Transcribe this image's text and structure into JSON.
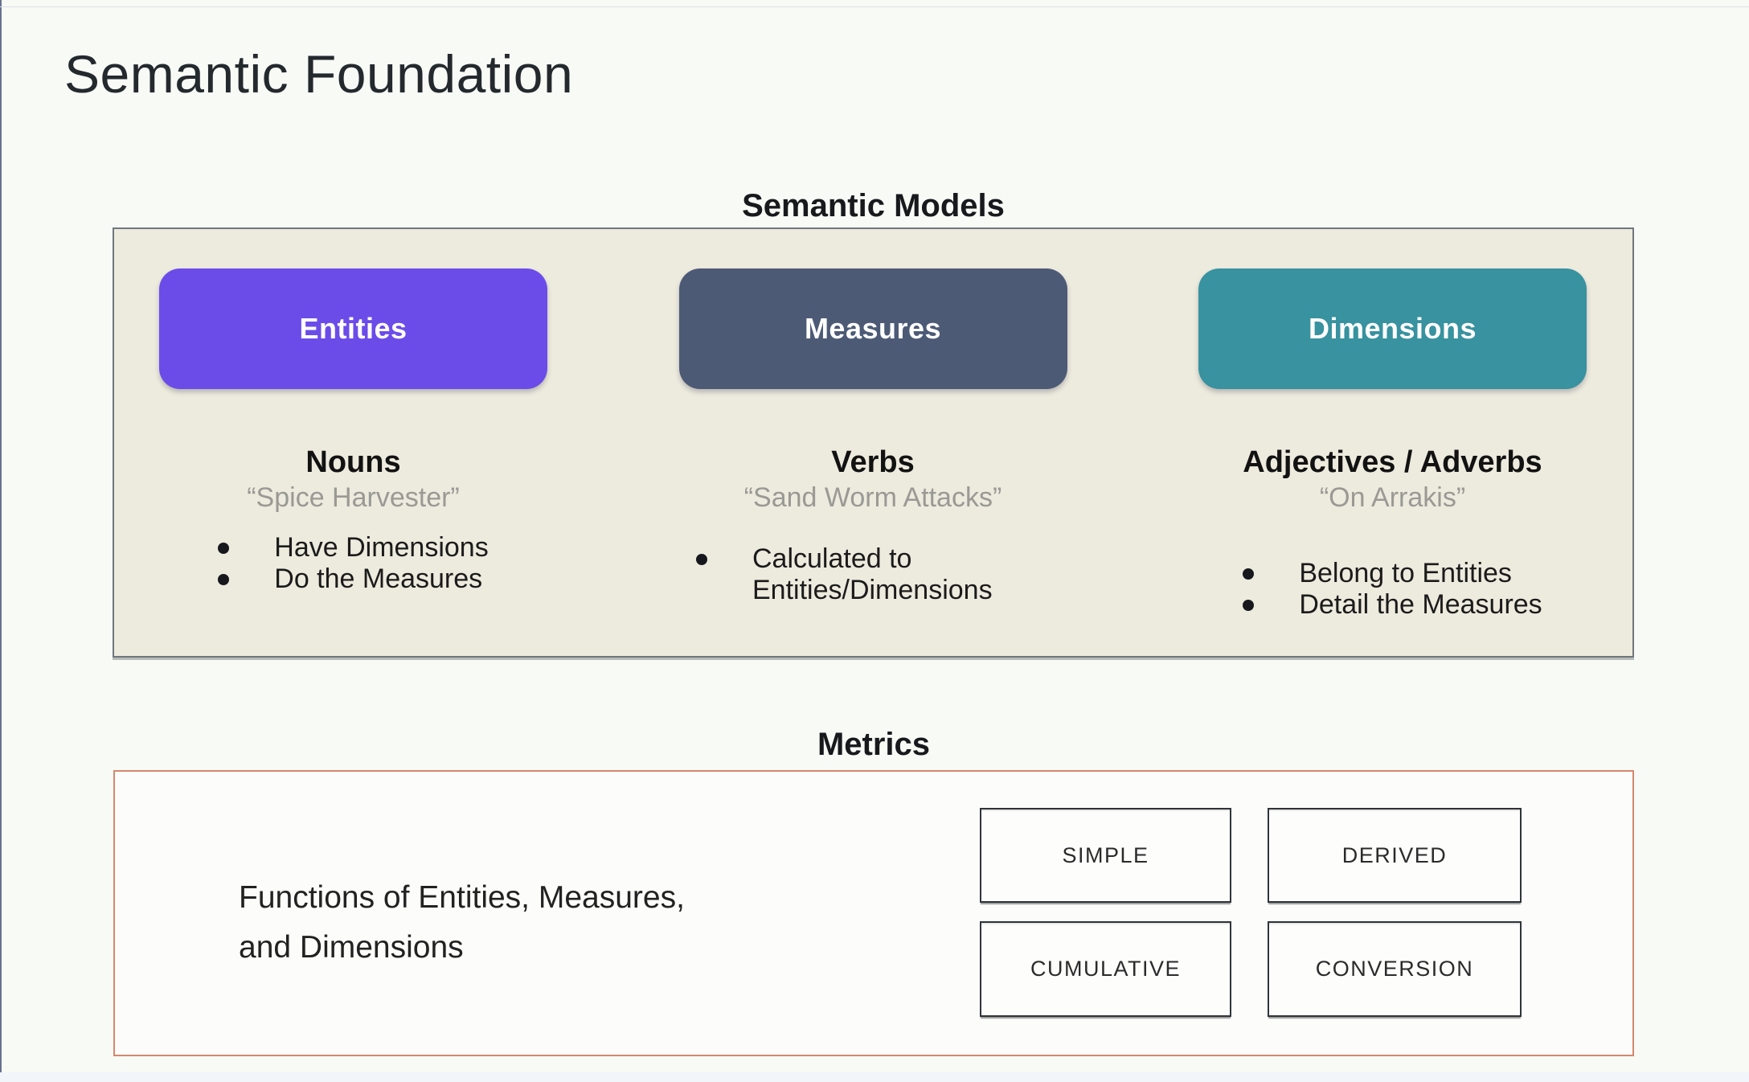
{
  "page": {
    "title": "Semantic Foundation"
  },
  "semantic_models": {
    "heading": "Semantic Models",
    "columns": [
      {
        "pill": "Entities",
        "pill_color": "#6b4ce9",
        "role": "Nouns",
        "example": "“Spice Harvester”",
        "bullets": [
          "Have Dimensions",
          "Do the Measures"
        ]
      },
      {
        "pill": "Measures",
        "pill_color": "#4d5a76",
        "role": "Verbs",
        "example": "“Sand Worm Attacks”",
        "bullets": [
          "Calculated to Entities/Dimensions"
        ]
      },
      {
        "pill": "Dimensions",
        "pill_color": "#38929f",
        "role": "Adjectives / Adverbs",
        "example": "“On Arrakis”",
        "bullets": [
          "Belong to Entities",
          "Detail the Measures"
        ]
      }
    ]
  },
  "metrics": {
    "heading": "Metrics",
    "description_lines": [
      "Functions of Entities, Measures,",
      "and Dimensions"
    ],
    "types": [
      "SIMPLE",
      "DERIVED",
      "CUMULATIVE",
      "CONVERSION"
    ],
    "border_color": "#d4886c"
  },
  "colors": {
    "page_background": "#f8faf6",
    "models_panel_background": "#edeade",
    "entities_purple": "#6b4ce9",
    "measures_slate": "#4d5a76",
    "dimensions_teal": "#38929f",
    "metrics_border_orange": "#d4886c"
  }
}
